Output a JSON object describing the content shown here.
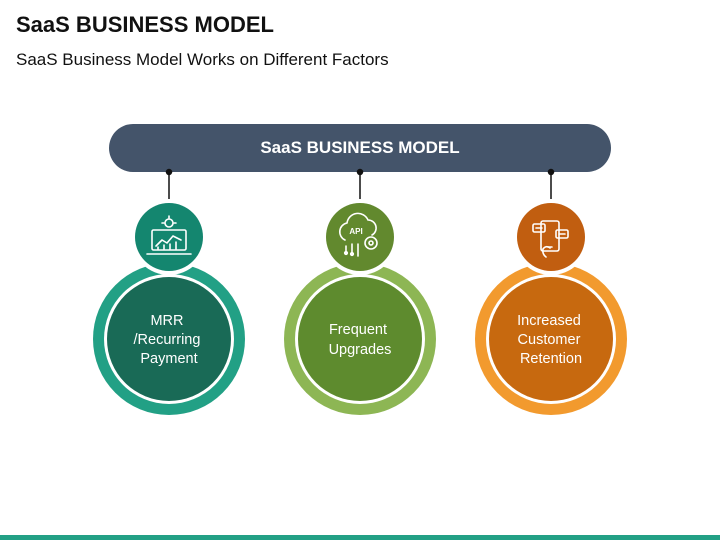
{
  "title": "SaaS BUSINESS MODEL",
  "subtitle": "SaaS Business Model Works on Different Factors",
  "banner": {
    "label": "SaaS BUSINESS MODEL",
    "color": "#44546a"
  },
  "nodes": [
    {
      "lines": [
        "MRR",
        "/Recurring",
        "Payment"
      ],
      "icon": "laptop-chart-icon",
      "icon_color": "#14866f",
      "ring_color": "#22a085",
      "disc_color": "#196a56"
    },
    {
      "lines": [
        "Frequent",
        "Upgrades"
      ],
      "icon": "api-cloud-gear-icon",
      "icon_color": "#62892e",
      "ring_color": "#8db654",
      "disc_color": "#5e8b2e"
    },
    {
      "lines": [
        "Increased",
        "Customer",
        "Retention"
      ],
      "icon": "mobile-chat-icon",
      "icon_color": "#c15e10",
      "ring_color": "#f29a2e",
      "disc_color": "#c7690f"
    }
  ],
  "footer_color": "#22a085"
}
